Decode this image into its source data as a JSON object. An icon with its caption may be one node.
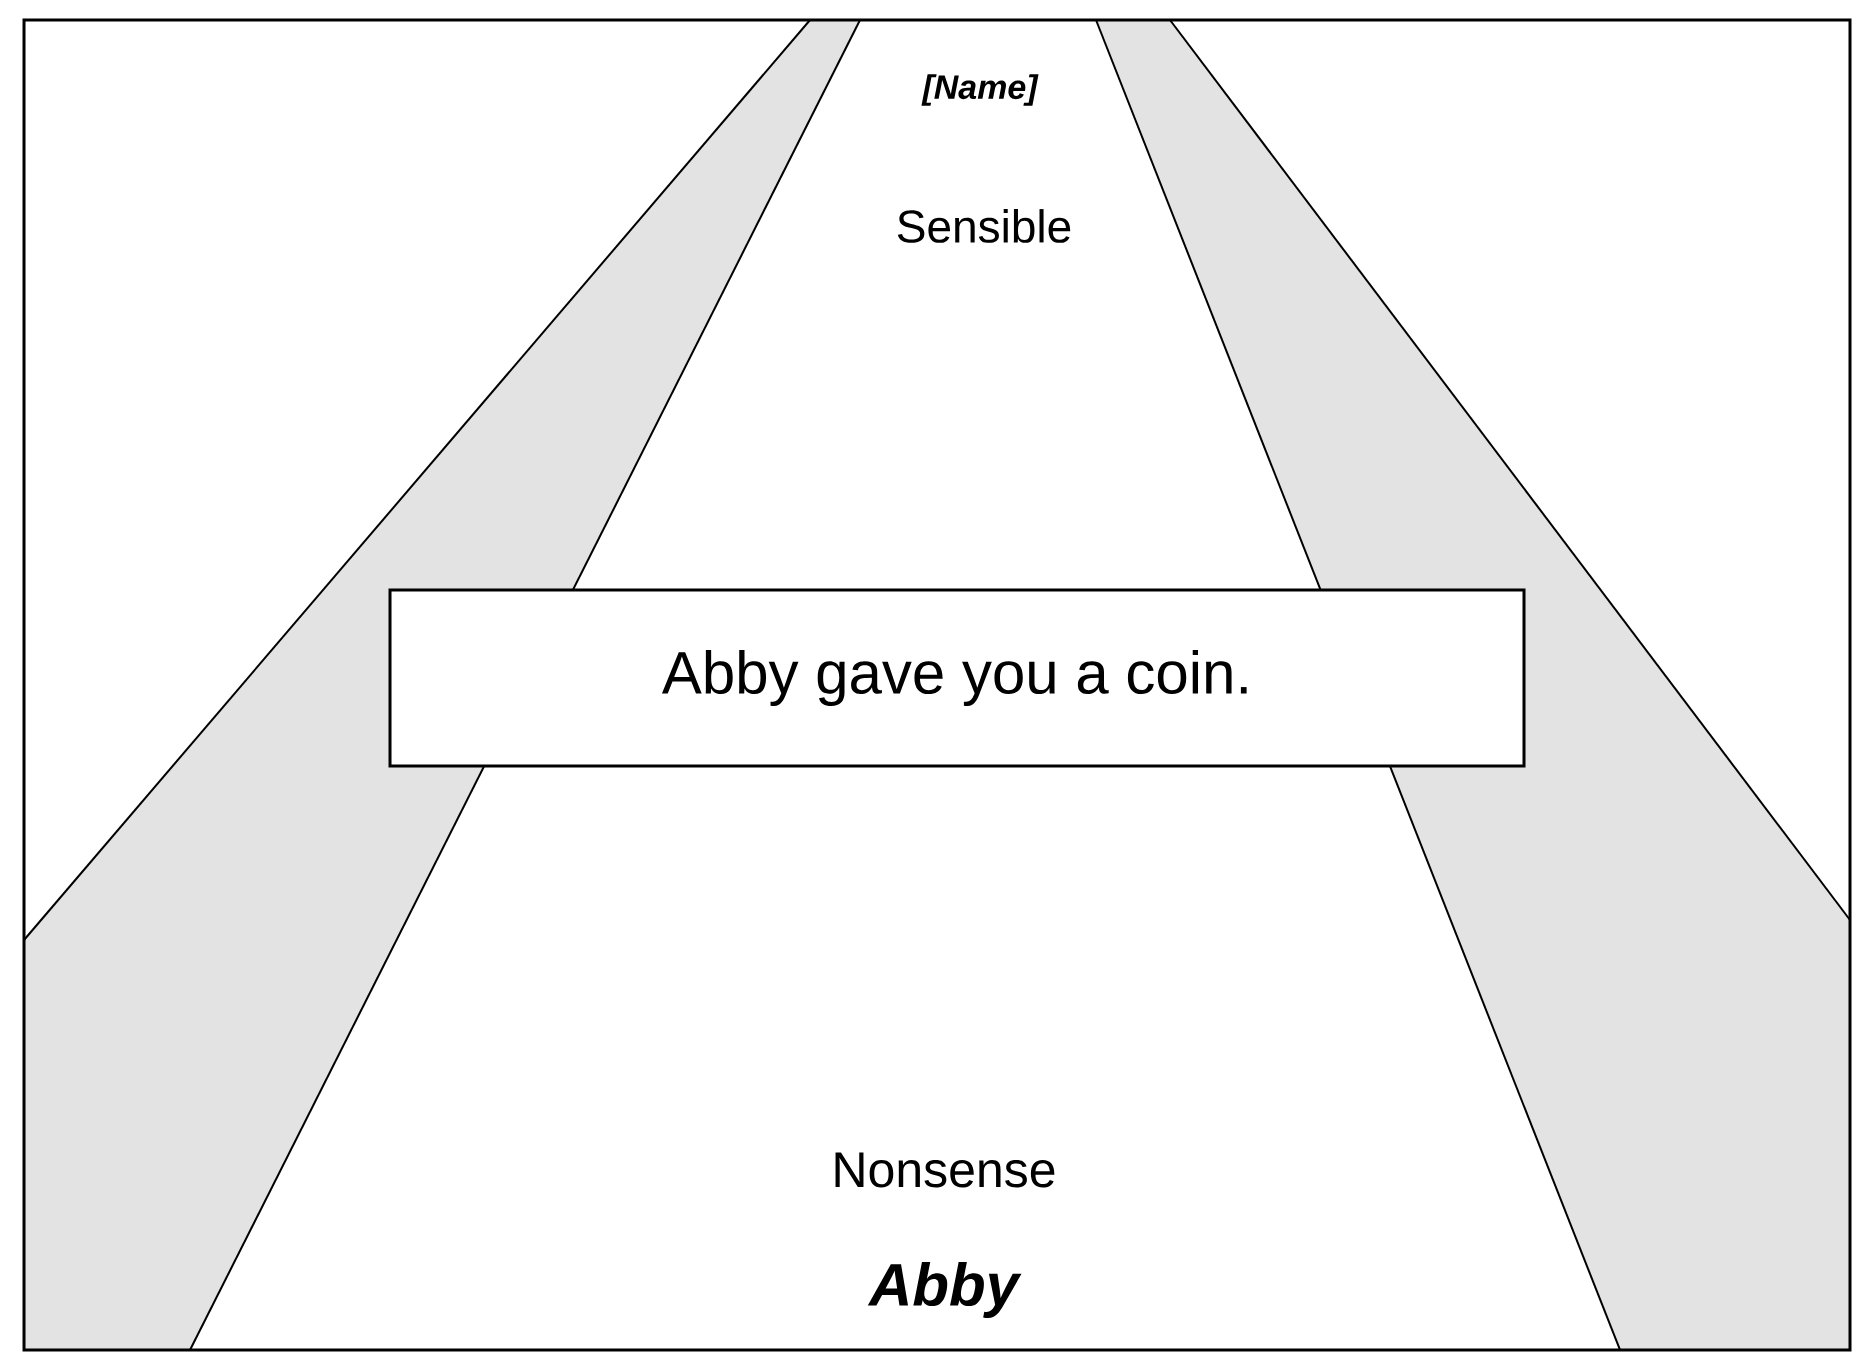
{
  "diagram": {
    "nodes": [
      {
        "text": [
          "Abby gave you a coin."
        ]
      }
    ],
    "labels": [
      "[Name]",
      "Sensible",
      "Nonsense",
      "Abby"
    ]
  }
}
